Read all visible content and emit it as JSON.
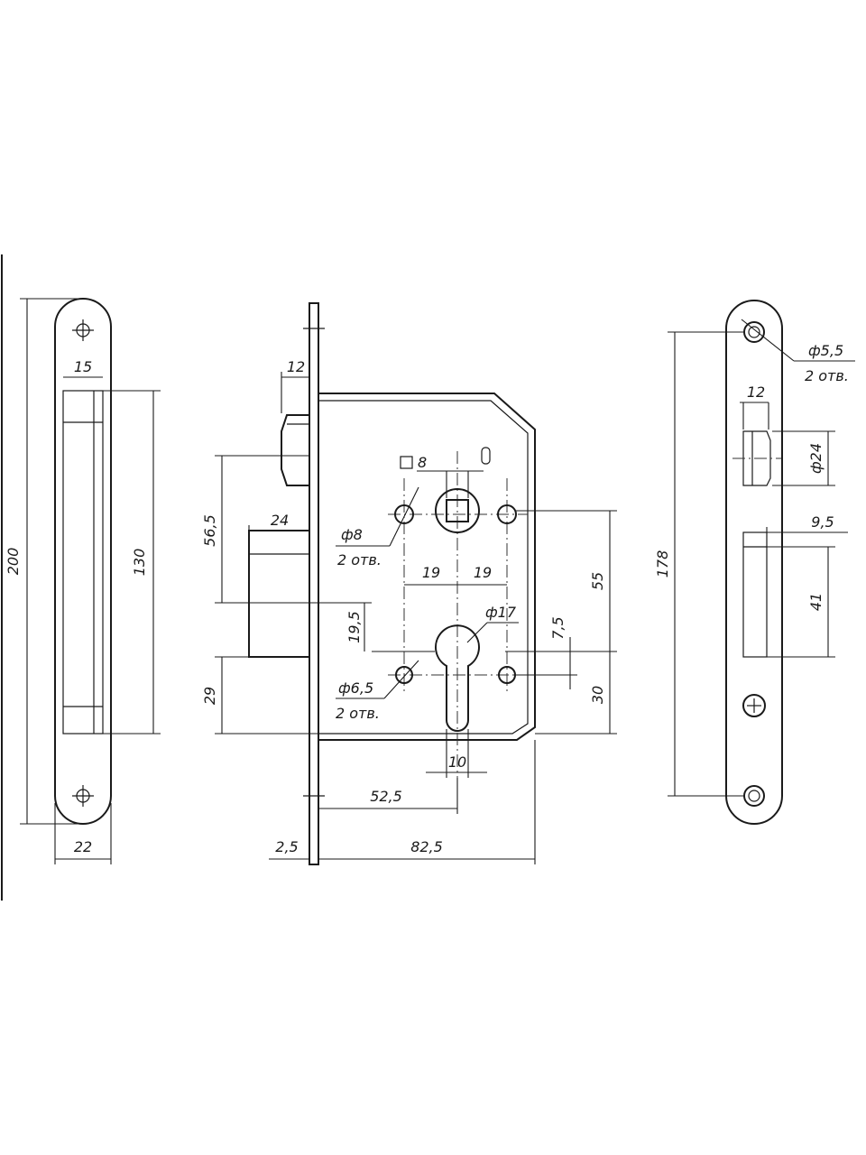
{
  "left_strike_plate": {
    "overall_length": "200",
    "top_width": "15",
    "slot_length": "130",
    "plate_width": "22"
  },
  "lock_body": {
    "latch_width": "12",
    "backset_latch": "56,5",
    "bolt_width": "24",
    "bolt_to_bottom": "29",
    "spindle": "8",
    "hole_d8": "ф8",
    "hole_d8_count": "2 отв.",
    "spacing_left": "19",
    "spacing_right": "19",
    "center_distance": "55",
    "offset_19_5": "19,5",
    "cylinder_d": "ф17",
    "offset_7_5": "7,5",
    "hole_d6_5": "ф6,5",
    "hole_d6_5_count": "2 отв.",
    "to_bottom_30": "30",
    "cylinder_width": "10",
    "backset": "52,5",
    "faceplate_thickness": "2,5",
    "body_depth": "82,5"
  },
  "right_faceplate": {
    "hole_d5_5": "ф5,5",
    "hole_d5_5_count": "2 отв.",
    "latch_width": "12",
    "latch_height": "ф24",
    "length": "178",
    "bolt_width": "9,5",
    "bolt_height": "41"
  }
}
